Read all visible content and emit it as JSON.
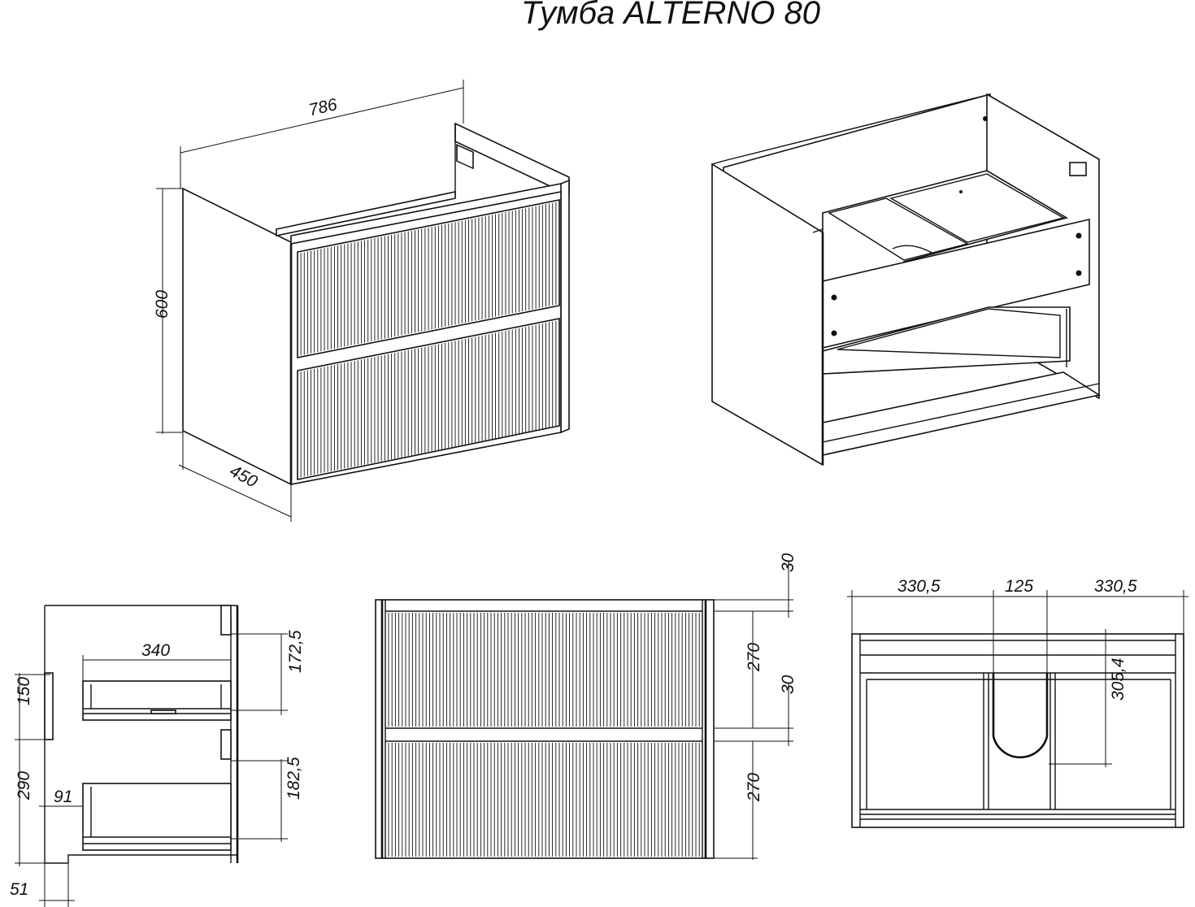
{
  "title": "Тумба ALTERNO 80",
  "iso_view": {
    "width": "786",
    "height": "600",
    "depth": "450"
  },
  "side_view": {
    "drawer_depth": "340",
    "upper_inner_height": "172,5",
    "lower_inner_height": "182,5",
    "mount_height": "150",
    "mount_offset": "290",
    "drawer_setback": "91",
    "plinth": "51"
  },
  "front_view": {
    "top_gap": "30",
    "upper_front": "270",
    "middle_gap": "30",
    "lower_front": "270"
  },
  "top_view": {
    "left_section": "330,5",
    "center_cutout": "125",
    "right_section": "330,5",
    "cutout_depth": "305,4"
  }
}
